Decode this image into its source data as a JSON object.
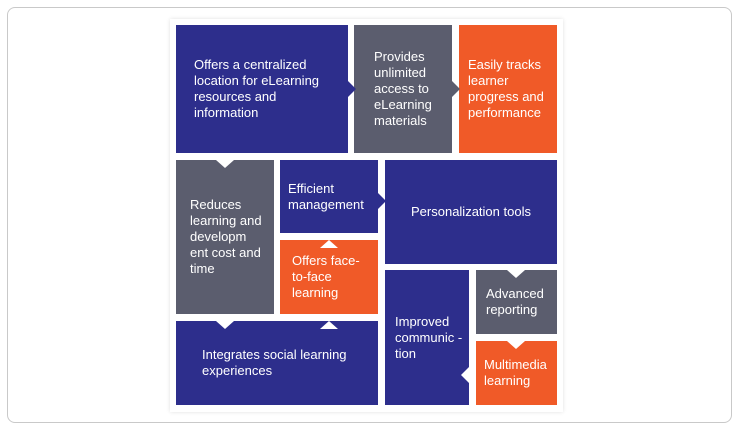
{
  "tiles": {
    "centralized": "Offers a centralized location for eLearning resources and information",
    "unlimited": "Provides unlimited access to eLearning materials",
    "tracks": "Easily tracks learner progress and performance",
    "reduces": "Reduces learning and developm ent cost and time",
    "efficient": "Efficient management",
    "personalization": "Personalization tools",
    "face_to_face": "Offers face-to-face learning",
    "advanced": "Advanced reporting",
    "improved": "Improved communic -tion",
    "social": "Integrates social learning experiences",
    "multimedia": "Multimedia learning"
  },
  "colors": {
    "navy": "#2d2e8c",
    "gray": "#5b5d6e",
    "orange": "#f05a28",
    "background": "#ffffff"
  }
}
